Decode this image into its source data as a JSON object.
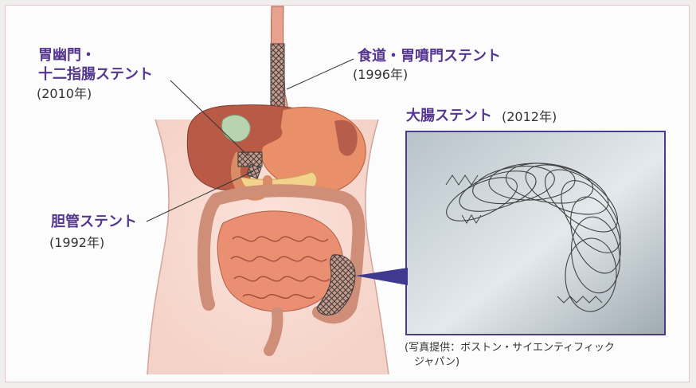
{
  "labels": {
    "pyloric": {
      "name_line1": "胃幽門・",
      "name_line2": "十二指腸ステント",
      "year": "(2010年)"
    },
    "esophageal": {
      "name": "食道・胃噴門ステント",
      "year": "(1996年)"
    },
    "colon": {
      "name": "大腸ステント",
      "year": "(2012年)"
    },
    "biliary": {
      "name": "胆管ステント",
      "year": "(1992年)"
    }
  },
  "photo_credit": {
    "line1": "(写真提供：ボストン・サイエンティフィック",
    "line2": "ジャパン)"
  },
  "colors": {
    "label_accent": "#54358f",
    "photo_border": "#4a3d8f",
    "pointer": "#3f3a8f",
    "body_skin": "#f7dcd3",
    "stent_metal": "#3a3a3a"
  }
}
